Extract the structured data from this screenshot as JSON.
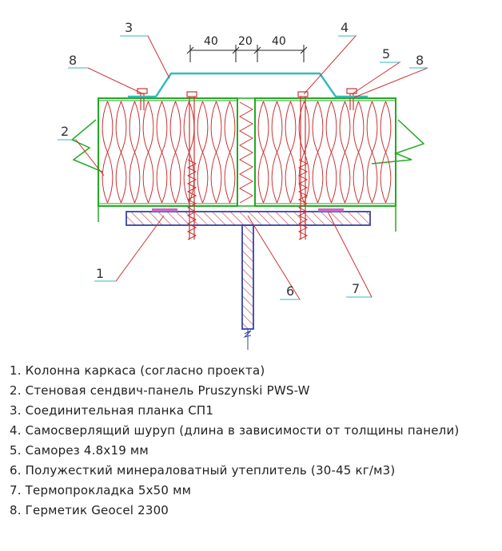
{
  "callouts": [
    "1",
    "2",
    "3",
    "4",
    "5",
    "6",
    "7",
    "8",
    "8"
  ],
  "dimensions": [
    "40",
    "20",
    "40"
  ],
  "legend": [
    "1.  Колонна каркаса (согласно проекта)",
    "2.  Стеновая сендвич-панель Pruszynski PWS-W",
    "3.  Соединительная планка СП1",
    "4.  Самосверлящий шуруп (длина в зависимости от толщины панели)",
    "5.  Саморез 4.8х19 мм",
    "6.  Полужесткий минераловатный утеплитель (30-45 кг/м3)",
    "7.  Термопрокладка 5х50 мм",
    "8.  Герметик Geocel 2300"
  ],
  "colors": {
    "panel": "#22aa22",
    "insulation": "#cc3333",
    "column": "#3344aa",
    "hatch": "#cc3333",
    "strip": "#33bbbb",
    "leader": "#cc3333",
    "thermal_pad": "#cc66cc"
  }
}
